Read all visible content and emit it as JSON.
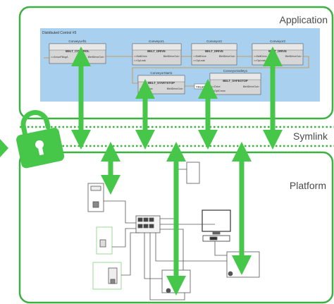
{
  "sections": {
    "application": "Application",
    "symlink": "Symlink",
    "platform": "Platform"
  },
  "diagram": {
    "title": "Distributed Control #5",
    "blocks": [
      {
        "instance": "ConveyLeft1",
        "type": "BELT_CONTROL",
        "in1": ">>ArrowFilingA",
        "in2": "",
        "out": "iBeltDriveOut>"
      },
      {
        "instance": "Conveyor1",
        "type": "BELT_DRIVE",
        "in1": ">>BeltDrive",
        "in2": ">>OpLeak",
        "out": "iBeltDriveOut>"
      },
      {
        "instance": "Conveyor2",
        "type": "BELT_DRIVE",
        "in1": ">>BeltDrive",
        "in2": ">>OpLeak",
        "out": "iBeltDriveOut>"
      },
      {
        "instance": "Conveyor3",
        "type": "BELT_DRIVE",
        "in1": ">>BeltDrive",
        "in2": ">>OpLeak",
        "out": "iBeltDriveOut>"
      },
      {
        "instance": "ConveyorStart1",
        "type": "BELT_STARTSTOP",
        "in1": ">>BeltDrive",
        "in2": "",
        "out": "iBeltDriveOut>"
      },
      {
        "instance": "ConveyorSafety1",
        "type": "BELT_SAFESTOP",
        "in1": ">>Drive",
        "in2": ">>OptCrean",
        "out": "iBeltDriveOut>"
      }
    ],
    "true_tag": "TRUE"
  },
  "colors": {
    "accent_green": "#46c74a",
    "frame_green": "#3cb043",
    "canvas_blue": "#a9d0ee",
    "block_fill": "#d6d6d6"
  },
  "icons": [
    "padlock-icon",
    "monitor-icon"
  ]
}
